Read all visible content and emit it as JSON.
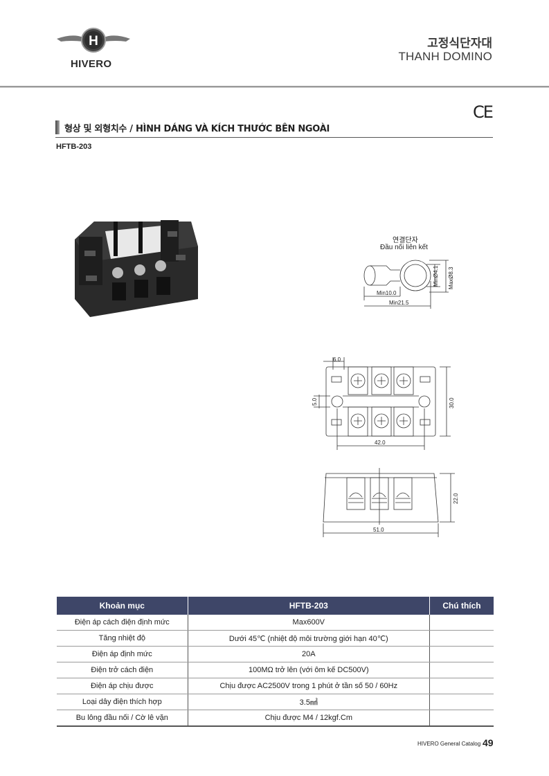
{
  "header": {
    "brand": "HIVERO",
    "title_ko": "고정식단자대",
    "title_vi": "THANH DOMINO"
  },
  "certification": {
    "mark": "CE",
    "icon": "ce-mark-icon"
  },
  "section": {
    "title": "형상 및 외형치수 / HÌNH DÁNG VÀ KÍCH THƯỚC BÊN NGOÀI",
    "model": "HFTB-203"
  },
  "drawings": {
    "terminal": {
      "label_ko": "연결단자",
      "label_vi": "Đầu nối liên kết",
      "dims": {
        "min_length": "Min10.0",
        "total_length": "Min21.5",
        "min_hole": "MinØ4.1",
        "max_ring": "MaxØ8.3"
      }
    },
    "top_view": {
      "dims": {
        "pitch": "6.0",
        "hole": "5.0",
        "height": "30.0",
        "mount_spacing": "42.0"
      }
    },
    "front_view": {
      "dims": {
        "height": "22.0",
        "width": "51.0"
      }
    }
  },
  "spec_table": {
    "headers": [
      "Khoản mục",
      "HFTB-203",
      "Chú  thích"
    ],
    "rows": [
      {
        "item": "Điện áp cách điện định mức",
        "value": "Max600V",
        "note": ""
      },
      {
        "item": "Tăng nhiệt độ",
        "value": "Dưới 45℃ (nhiệt độ môi trường giới hạn 40℃)",
        "note": ""
      },
      {
        "item": "Điện áp định mức",
        "value": "20A",
        "note": ""
      },
      {
        "item": "Điện trở cách điện",
        "value": "100MΩ trở lên (với ôm kế DC500V)",
        "note": ""
      },
      {
        "item": "Điện áp chịu được",
        "value": "Chịu được AC2500V trong 1 phút ở tần số 50 / 60Hz",
        "note": ""
      },
      {
        "item": "Loại dây điện thích hợp",
        "value": "3.5㎟",
        "note": ""
      },
      {
        "item": "Bu lông đầu nối / Cờ lê vặn",
        "value": "Chịu được M4 / 12kgf.Cm",
        "note": ""
      }
    ]
  },
  "footer": {
    "catalog": "HIVERO General Catalog",
    "page": "49"
  },
  "colors": {
    "table_header": "#3e4668",
    "rule": "#9a9a9a"
  }
}
